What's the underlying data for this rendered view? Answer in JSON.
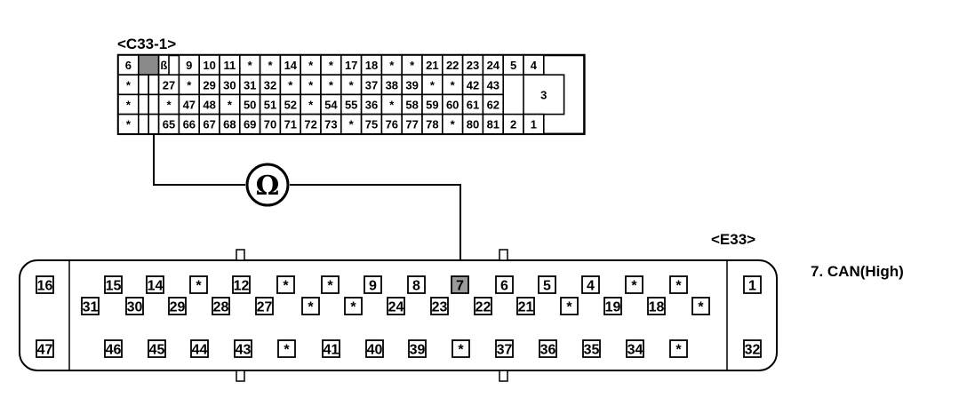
{
  "connector_c33": {
    "label": "<C33-1>",
    "rows": [
      [
        "6",
        "",
        "ß",
        "9",
        "10",
        "11",
        "*",
        "*",
        "14",
        "*",
        "*",
        "17",
        "18",
        "*",
        "*",
        "21",
        "22",
        "23",
        "24",
        "5",
        "4"
      ],
      [
        "*",
        "",
        "",
        "27",
        "*",
        "29",
        "30",
        "31",
        "32",
        "*",
        "*",
        "*",
        "*",
        "37",
        "38",
        "39",
        "*",
        "*",
        "42",
        "43",
        "3"
      ],
      [
        "*",
        "",
        "",
        "*",
        "47",
        "48",
        "*",
        "50",
        "51",
        "52",
        "*",
        "54",
        "55",
        "36",
        "*",
        "58",
        "59",
        "60",
        "61",
        "62",
        ""
      ],
      [
        "*",
        "",
        "",
        "65",
        "66",
        "67",
        "68",
        "69",
        "70",
        "71",
        "72",
        "73",
        "*",
        "75",
        "76",
        "77",
        "78",
        "*",
        "80",
        "81",
        "2",
        "1"
      ]
    ]
  },
  "connector_e33": {
    "label": "<E33>",
    "top_upper": [
      "15",
      "14",
      "*",
      "12",
      "*",
      "*",
      "9",
      "8",
      "7",
      "6",
      "5",
      "4",
      "*",
      "*"
    ],
    "top_lower": [
      "31",
      "30",
      "29",
      "28",
      "27",
      "*",
      "*",
      "24",
      "23",
      "22",
      "21",
      "*",
      "19",
      "18",
      "*"
    ],
    "bottom": [
      "46",
      "45",
      "44",
      "43",
      "*",
      "41",
      "40",
      "39",
      "*",
      "37",
      "36",
      "35",
      "34",
      "*"
    ],
    "left_top": "16",
    "left_bottom": "47",
    "right_top": "1",
    "right_bottom": "32"
  },
  "meter": {
    "symbol": "Ω"
  },
  "note": "7. CAN(High)",
  "colors": {
    "line": "#000000",
    "shaded": "#8a8a8a",
    "highlight": "#9a9a9a"
  }
}
